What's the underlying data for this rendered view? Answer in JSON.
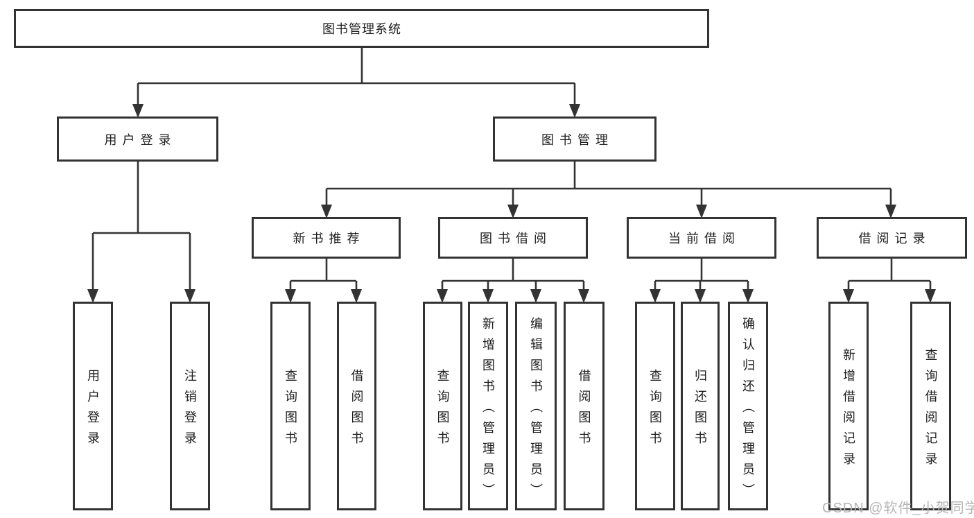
{
  "colors": {
    "line": "#333333",
    "text": "#1d1d1d",
    "box_background": "#ffffff",
    "watermark": "#b5b5b5"
  },
  "watermark": {
    "text": "CSDN @软件_小贺同学"
  },
  "tree": {
    "label": "图书管理系统",
    "children": [
      {
        "label": "用户登录",
        "children": [
          {
            "label": "用户登录"
          },
          {
            "label": "注销登录"
          }
        ]
      },
      {
        "label": "图书管理",
        "children": [
          {
            "label": "新书推荐",
            "children": [
              {
                "label": "查询图书"
              },
              {
                "label": "借阅图书"
              }
            ]
          },
          {
            "label": "图书借阅",
            "children": [
              {
                "label": "查询图书"
              },
              {
                "label": "新增图书（管理员）"
              },
              {
                "label": "编辑图书（管理员）"
              },
              {
                "label": "借阅图书"
              }
            ]
          },
          {
            "label": "当前借阅",
            "children": [
              {
                "label": "查询图书"
              },
              {
                "label": "归还图书"
              },
              {
                "label": "确认归还（管理员）"
              }
            ]
          },
          {
            "label": "借阅记录",
            "children": [
              {
                "label": "新增借阅记录"
              },
              {
                "label": "查询借阅记录"
              }
            ]
          }
        ]
      }
    ]
  }
}
